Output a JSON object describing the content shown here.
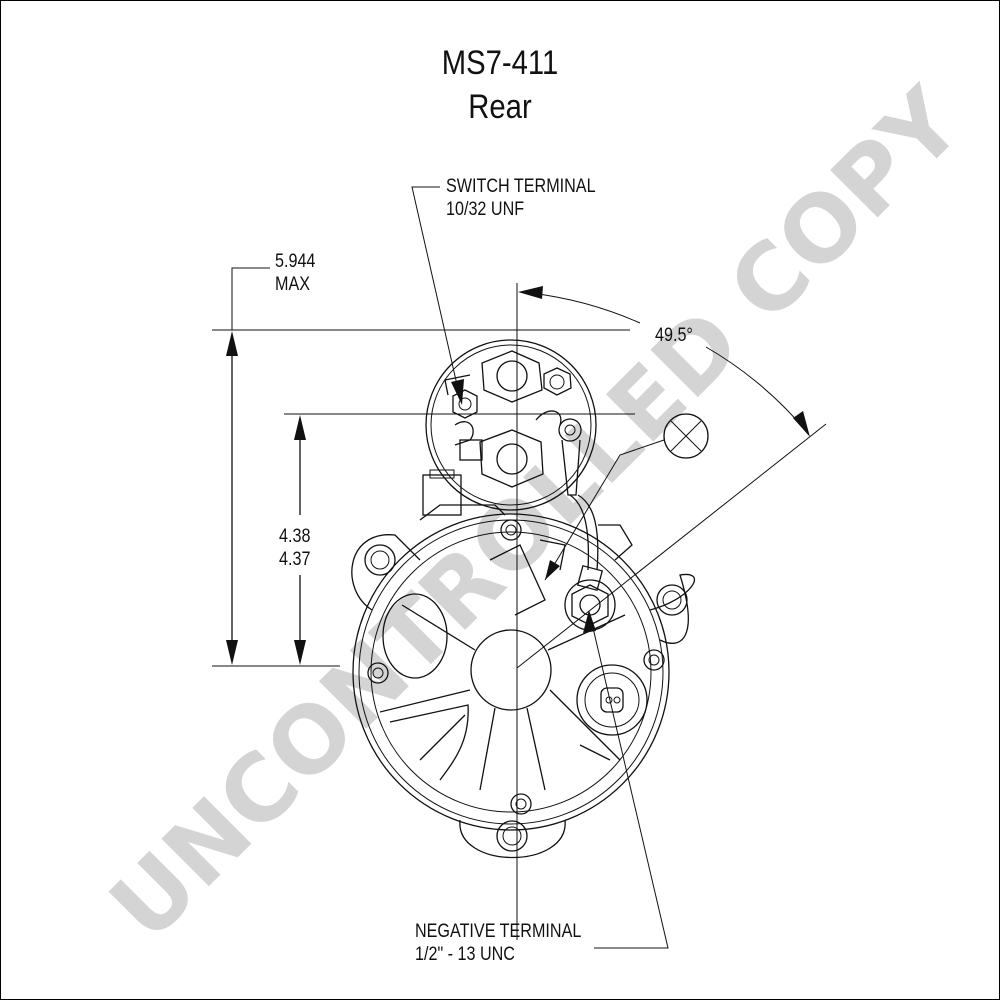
{
  "title": {
    "part_number": "MS7-411",
    "view": "Rear"
  },
  "callouts": {
    "switch_terminal": {
      "line1": "SWITCH TERMINAL",
      "line2": "10/32 UNF"
    },
    "negative_terminal": {
      "line1": "NEGATIVE TERMINAL",
      "line2": "1/2\" - 13 UNC"
    }
  },
  "dimensions": {
    "overall_height": {
      "line1": "5.944",
      "line2": "MAX"
    },
    "terminal_height": {
      "line1": "4.38",
      "line2": "4.37"
    },
    "angle": "49.5°"
  },
  "watermark": "UNCONTROLLED COPY",
  "colors": {
    "line": "#111111",
    "watermark": "#d4d4d4",
    "background": "#ffffff"
  }
}
